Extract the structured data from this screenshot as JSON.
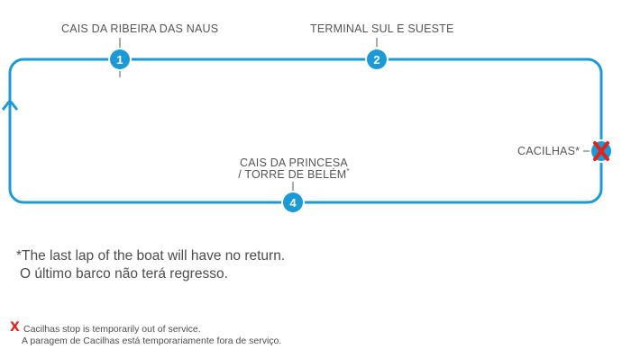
{
  "colors": {
    "route": "#1b9ad6",
    "stop_fill": "#1b9ad6",
    "stop_text": "#ffffff",
    "closed_mark": "#e2231a",
    "text": "#555555"
  },
  "stops": [
    {
      "number": "1",
      "name": "CAIS DA RIBEIRA DAS NAUS"
    },
    {
      "number": "2",
      "name": "TERMINAL SUL E SUESTE"
    },
    {
      "number": "",
      "name": "CACILHAS*",
      "status": "closed",
      "icon": "x-icon"
    },
    {
      "number": "4",
      "name_line1": "CAIS DA PRINCESA",
      "name_line2": "/ TORRE DE BELÉM",
      "name_suffix": "*"
    }
  ],
  "route": {
    "direction_icon": "arrow-up-icon"
  },
  "notes": {
    "last_lap_en": "*The last lap of the boat will have no return.",
    "last_lap_pt": "O último barco não terá regresso.",
    "closed_icon": "X",
    "closed_en": "Cacilhas stop is temporarily out of service.",
    "closed_pt": "A paragem de Cacilhas está temporariamente fora de serviço."
  }
}
